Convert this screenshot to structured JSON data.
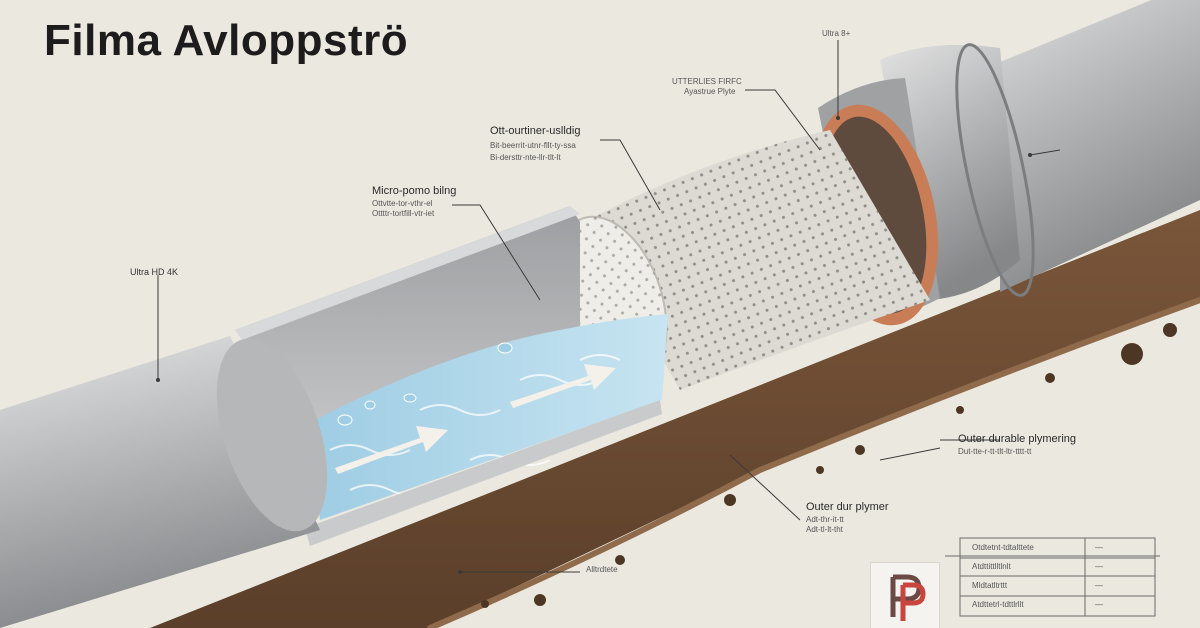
{
  "title": "Filma Avloppströ",
  "labels": {
    "top_right": "Ultra 8+",
    "outer_layer_1": "UTTERLIES FIRFC",
    "outer_layer_2": "Ayastrue Plyte",
    "center_1": "Ott-ourtiner-uslldig",
    "center_2": "Bit-beerrit-utnr-fllt-ty-ssa",
    "center_3": "Bi-dersttr-nte-llr-tlt-lt",
    "micro_1": "Micro-pomo bilng",
    "micro_2": "Ottvtte-tor-vthr-el",
    "micro_3": "Ottttr-tortfill-vtr-iet",
    "ultra_left": "Ultra HD 4K",
    "outer_durable_1": "Outer durable plymering",
    "outer_durable_2": "Dut-tte-r-tt-tlt-ltr-tttt-tt",
    "outer_dur_poly_1": "Outer dur plymer",
    "outer_dur_poly_2": "Adt-thr-it-tt",
    "outer_dur_poly_3": "Adt-tl-lt-tht",
    "bottom_arrow": "Alltrdtete"
  },
  "table": {
    "rows": [
      [
        "Otdtetnt-tdtalttete",
        "—"
      ],
      [
        "Atdttittlltlnlt",
        "—"
      ],
      [
        "Mldtatltrttt",
        "—"
      ],
      [
        "Atdttetrl-tdttlrllt",
        "—"
      ]
    ]
  },
  "logo": "P",
  "colors": {
    "background": "#ebe8df",
    "pipe": "#a6a7a9",
    "water": "#a8d2e6",
    "soil": "#6e4c33",
    "copper_ring": "#c87d56"
  }
}
